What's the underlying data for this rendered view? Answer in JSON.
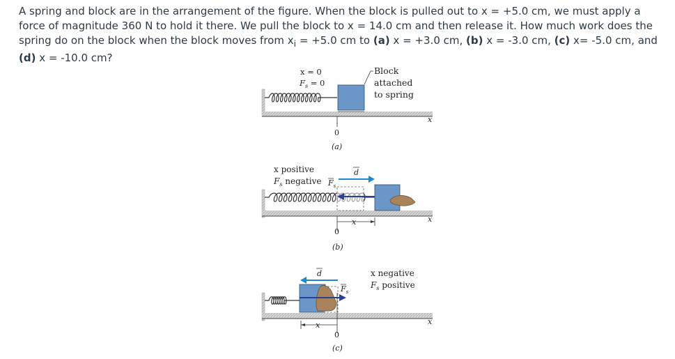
{
  "problem": {
    "text_1": "A spring and block are in the arrangement of the figure. When the block is pulled out to x = +5.0 cm, we must apply a force of magnitude 360 N to hold it there. We pull the block to x = 14.0 cm and then release it. How much work does the spring do on the block when the block moves from x",
    "sub_i": "i",
    "text_2": " = +5.0 cm to ",
    "part_a": "(a)",
    "text_a": " x = +3.0 cm, ",
    "part_b": "(b)",
    "text_b": " x = -3.0 cm, ",
    "part_c": "(c)",
    "text_c": " x= -5.0 cm, and ",
    "part_d": "(d)",
    "text_d": " x = -10.0 cm?"
  },
  "figure": {
    "panel_a": {
      "x_eq": "x = 0",
      "fs_eq_F": "F",
      "fs_eq_sub": "s",
      "fs_eq_rest": " = 0",
      "callout_line1": "Block",
      "callout_line2": "attached",
      "callout_line3": "to spring",
      "axis_label": "x",
      "zero_label": "0",
      "caption": "(a)"
    },
    "panel_b": {
      "note_line1": "x  positive",
      "note_line2_F": "F",
      "note_line2_sub": "s",
      "note_line2_rest": "  negative",
      "force_label_F": "F",
      "force_label_sub": "s",
      "disp_label": "d",
      "x_dim_label": "x",
      "axis_label": "x",
      "zero_label": "0",
      "caption": "(b)"
    },
    "panel_c": {
      "note_line1": "x  negative",
      "note_line2_F": "F",
      "note_line2_sub": "s",
      "note_line2_rest": "  positive",
      "force_label_F": "F",
      "force_label_sub": "s",
      "disp_label": "d",
      "x_dim_label": "x",
      "axis_label": "x",
      "zero_label": "0",
      "caption": "(c)"
    },
    "colors": {
      "block": "#6a96c8",
      "floor": "#c9c9c9",
      "arrow_displacement": "#1a8ad0",
      "arrow_force": "#2b3f96",
      "hand": "#a9835c"
    }
  }
}
